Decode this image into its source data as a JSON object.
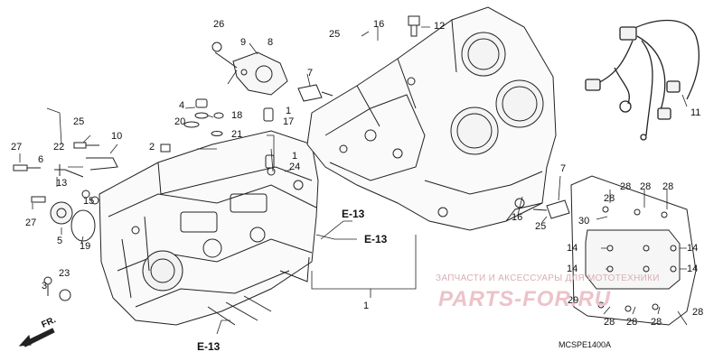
{
  "diagram": {
    "callouts": {
      "c1_main": "1",
      "c1_small": "1",
      "c3": "3",
      "c4": "4",
      "c5": "5",
      "c6": "6",
      "c7_top": "7",
      "c7_right": "7",
      "c8": "8",
      "c9": "9",
      "c10": "10",
      "c11": "11",
      "c12": "12",
      "c13": "13",
      "c14_a": "14",
      "c14_b": "14",
      "c14_c": "14",
      "c14_d": "14",
      "c15": "15",
      "c16_top": "16",
      "c16_right": "16",
      "c17": "17",
      "c18": "18",
      "c19": "19",
      "c20": "20",
      "c21": "21",
      "c22": "22",
      "c23": "23",
      "c24": "24",
      "c25_top": "25",
      "c25_left": "25",
      "c25_right": "25",
      "c26": "26",
      "c27_a": "27",
      "c27_b": "27",
      "c28_a": "28",
      "c28_b": "28",
      "c28_c": "28",
      "c28_d": "28",
      "c28_e": "28",
      "c28_f": "28",
      "c28_g": "28",
      "c29": "29",
      "c30": "30"
    },
    "refs": {
      "e13_a": "E-13",
      "e13_b": "E-13",
      "e13_c": "E-13"
    },
    "front_arrow": "FR.",
    "drawing_code": "MCSPE1400A",
    "watermark": {
      "line1": "ЗАПЧАСТИ И АКСЕССУАРЫ ДЛЯ МОТОТЕХНИКИ",
      "line2": "PARTS-FOR.RU"
    }
  }
}
